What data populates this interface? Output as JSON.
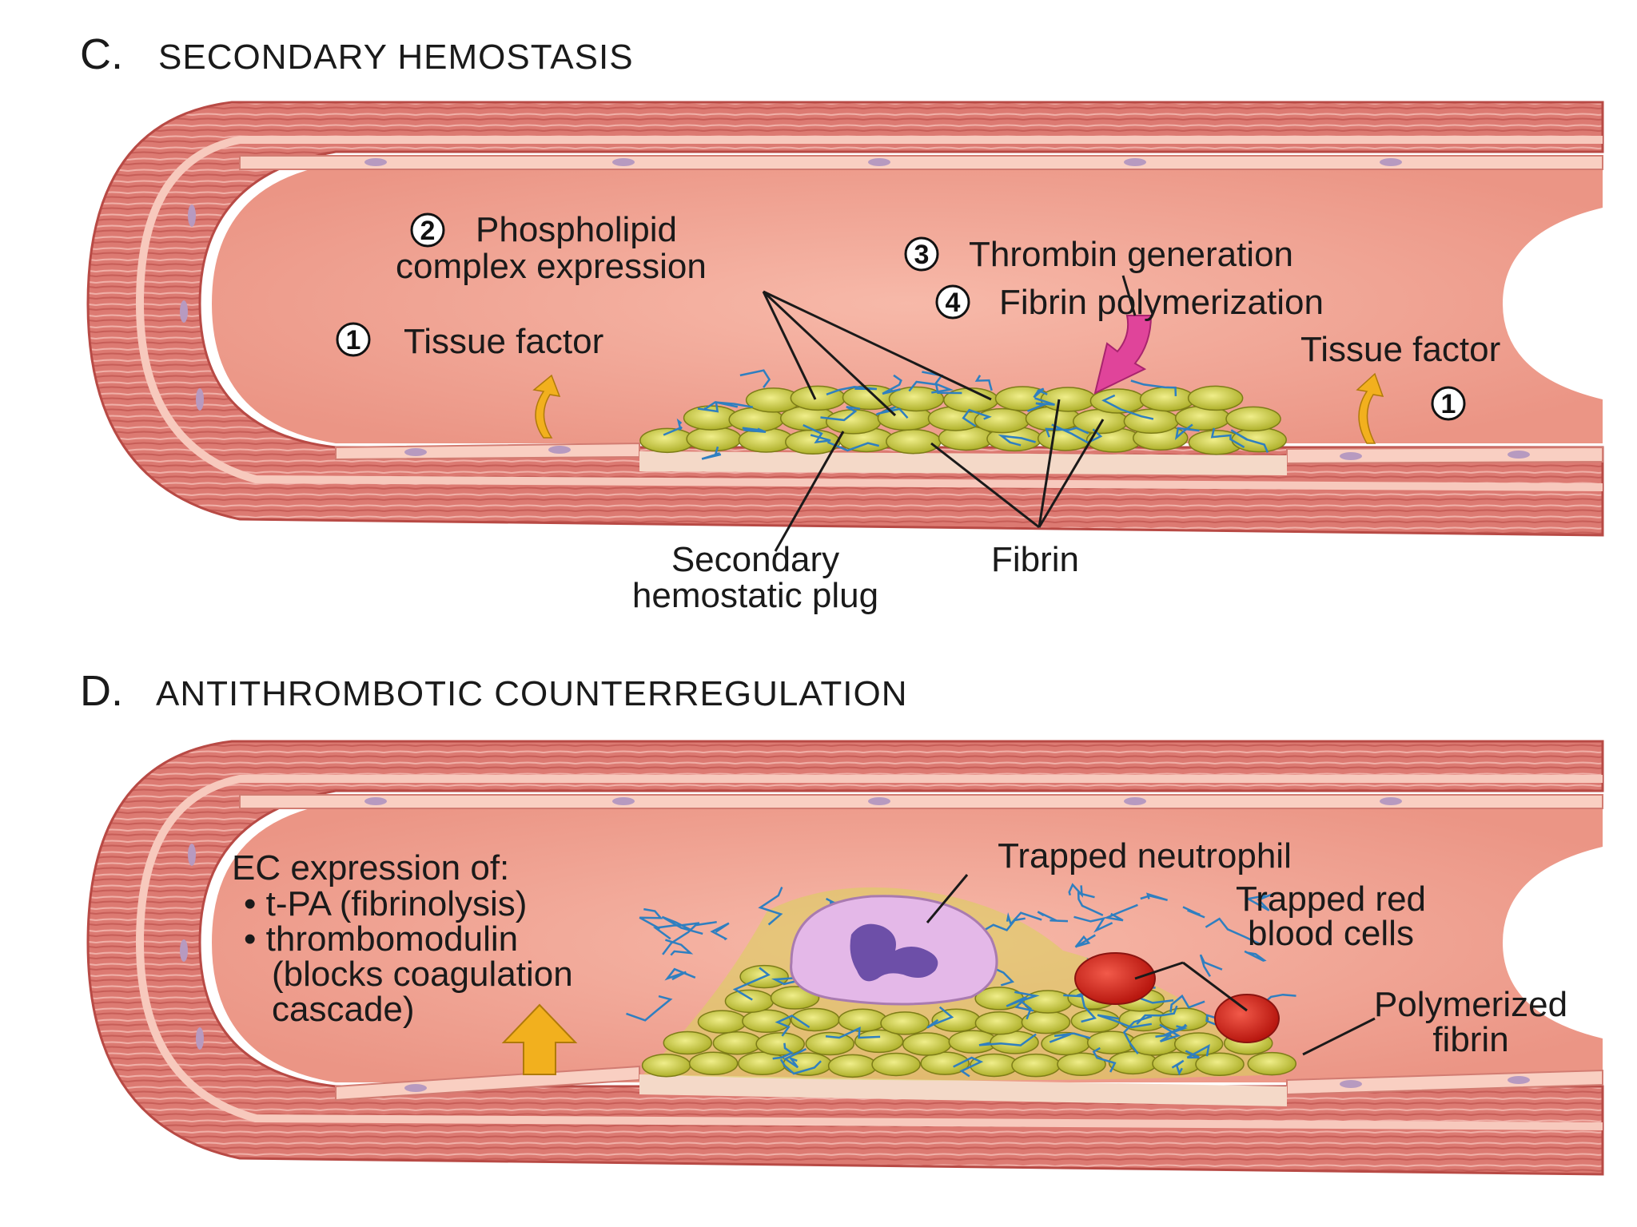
{
  "panel_c": {
    "letter": "C.",
    "title": "SECONDARY HEMOSTASIS",
    "step2": {
      "number": "2",
      "line1": "Phospholipid",
      "line2": "complex expression"
    },
    "step3": {
      "number": "3",
      "text": "Thrombin generation"
    },
    "step4": {
      "number": "4",
      "text": "Fibrin polymerization"
    },
    "step1_left": {
      "number": "1",
      "text": "Tissue factor"
    },
    "step1_right": {
      "number": "1",
      "text": "Tissue factor"
    },
    "plug": {
      "line1": "Secondary",
      "line2": "hemostatic plug"
    },
    "fibrin": "Fibrin"
  },
  "panel_d": {
    "letter": "D.",
    "title": "ANTITHROMBOTIC COUNTERREGULATION",
    "ec": {
      "line1": "EC expression of:",
      "line2": "• t-PA (fibrinolysis)",
      "line3": "• thrombomodulin",
      "line4": "(blocks coagulation",
      "line5": "cascade)"
    },
    "neutrophil": "Trapped neutrophil",
    "rbc": {
      "line1": "Trapped red",
      "line2": "blood cells"
    },
    "fibrin": {
      "line1": "Polymerized",
      "line2": "fibrin"
    }
  },
  "colors": {
    "muscle": "#d9706a",
    "lumen": "#f2a89a",
    "endothelium": "#f9cfc2",
    "platelet": "#c9c23a",
    "fibrin": "#2f7fc0",
    "arrow_yellow": "#f2b01e",
    "arrow_pink": "#e0449a",
    "neutrophil": "#e4b8e8",
    "nucleus": "#6d4fa8",
    "rbc": "#d8261e"
  }
}
